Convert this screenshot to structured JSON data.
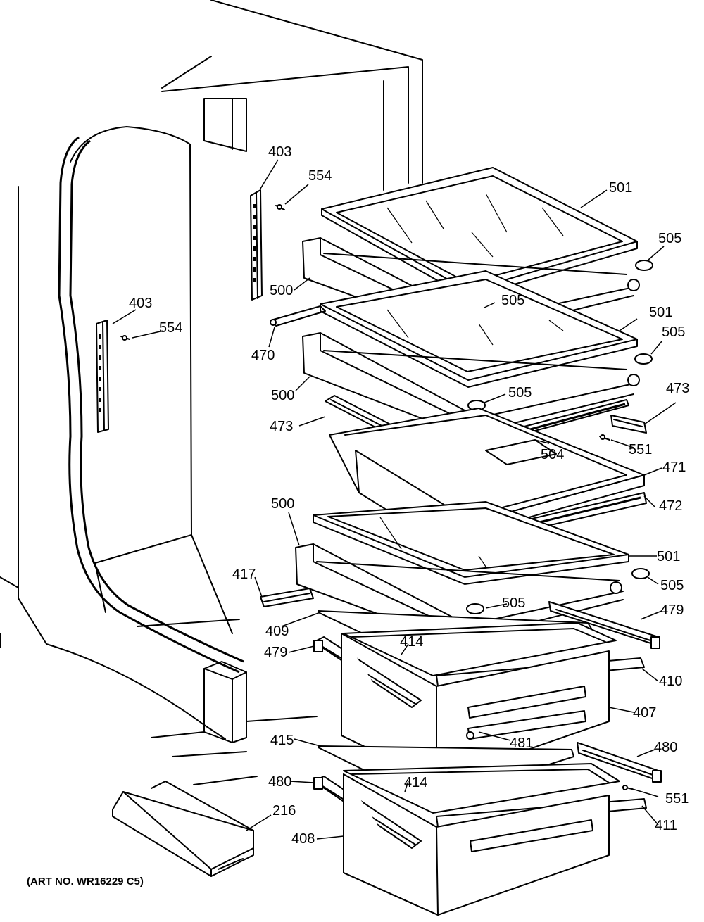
{
  "art_number": "(ART NO. WR16229 C5)",
  "labels": {
    "p403a": "403",
    "p554a": "554",
    "p403b": "403",
    "p554b": "554",
    "p501a": "501",
    "p505a": "505",
    "p500a": "500",
    "p505b": "505",
    "p470": "470",
    "p501b": "501",
    "p505c": "505",
    "p500b": "500",
    "p505d": "505",
    "p473a": "473",
    "p473b": "473",
    "p504": "504",
    "p551a": "551",
    "p471": "471",
    "p472": "472",
    "p500c": "500",
    "p501c": "501",
    "p505e": "505",
    "p417": "417",
    "p505f": "505",
    "p479a": "479",
    "p409": "409",
    "p414a": "414",
    "p479b": "479",
    "p410": "410",
    "p407": "407",
    "p415": "415",
    "p481": "481",
    "p480a": "480",
    "p480b": "480",
    "p414b": "414",
    "p551b": "551",
    "p216": "216",
    "p411": "411",
    "p408": "408"
  }
}
